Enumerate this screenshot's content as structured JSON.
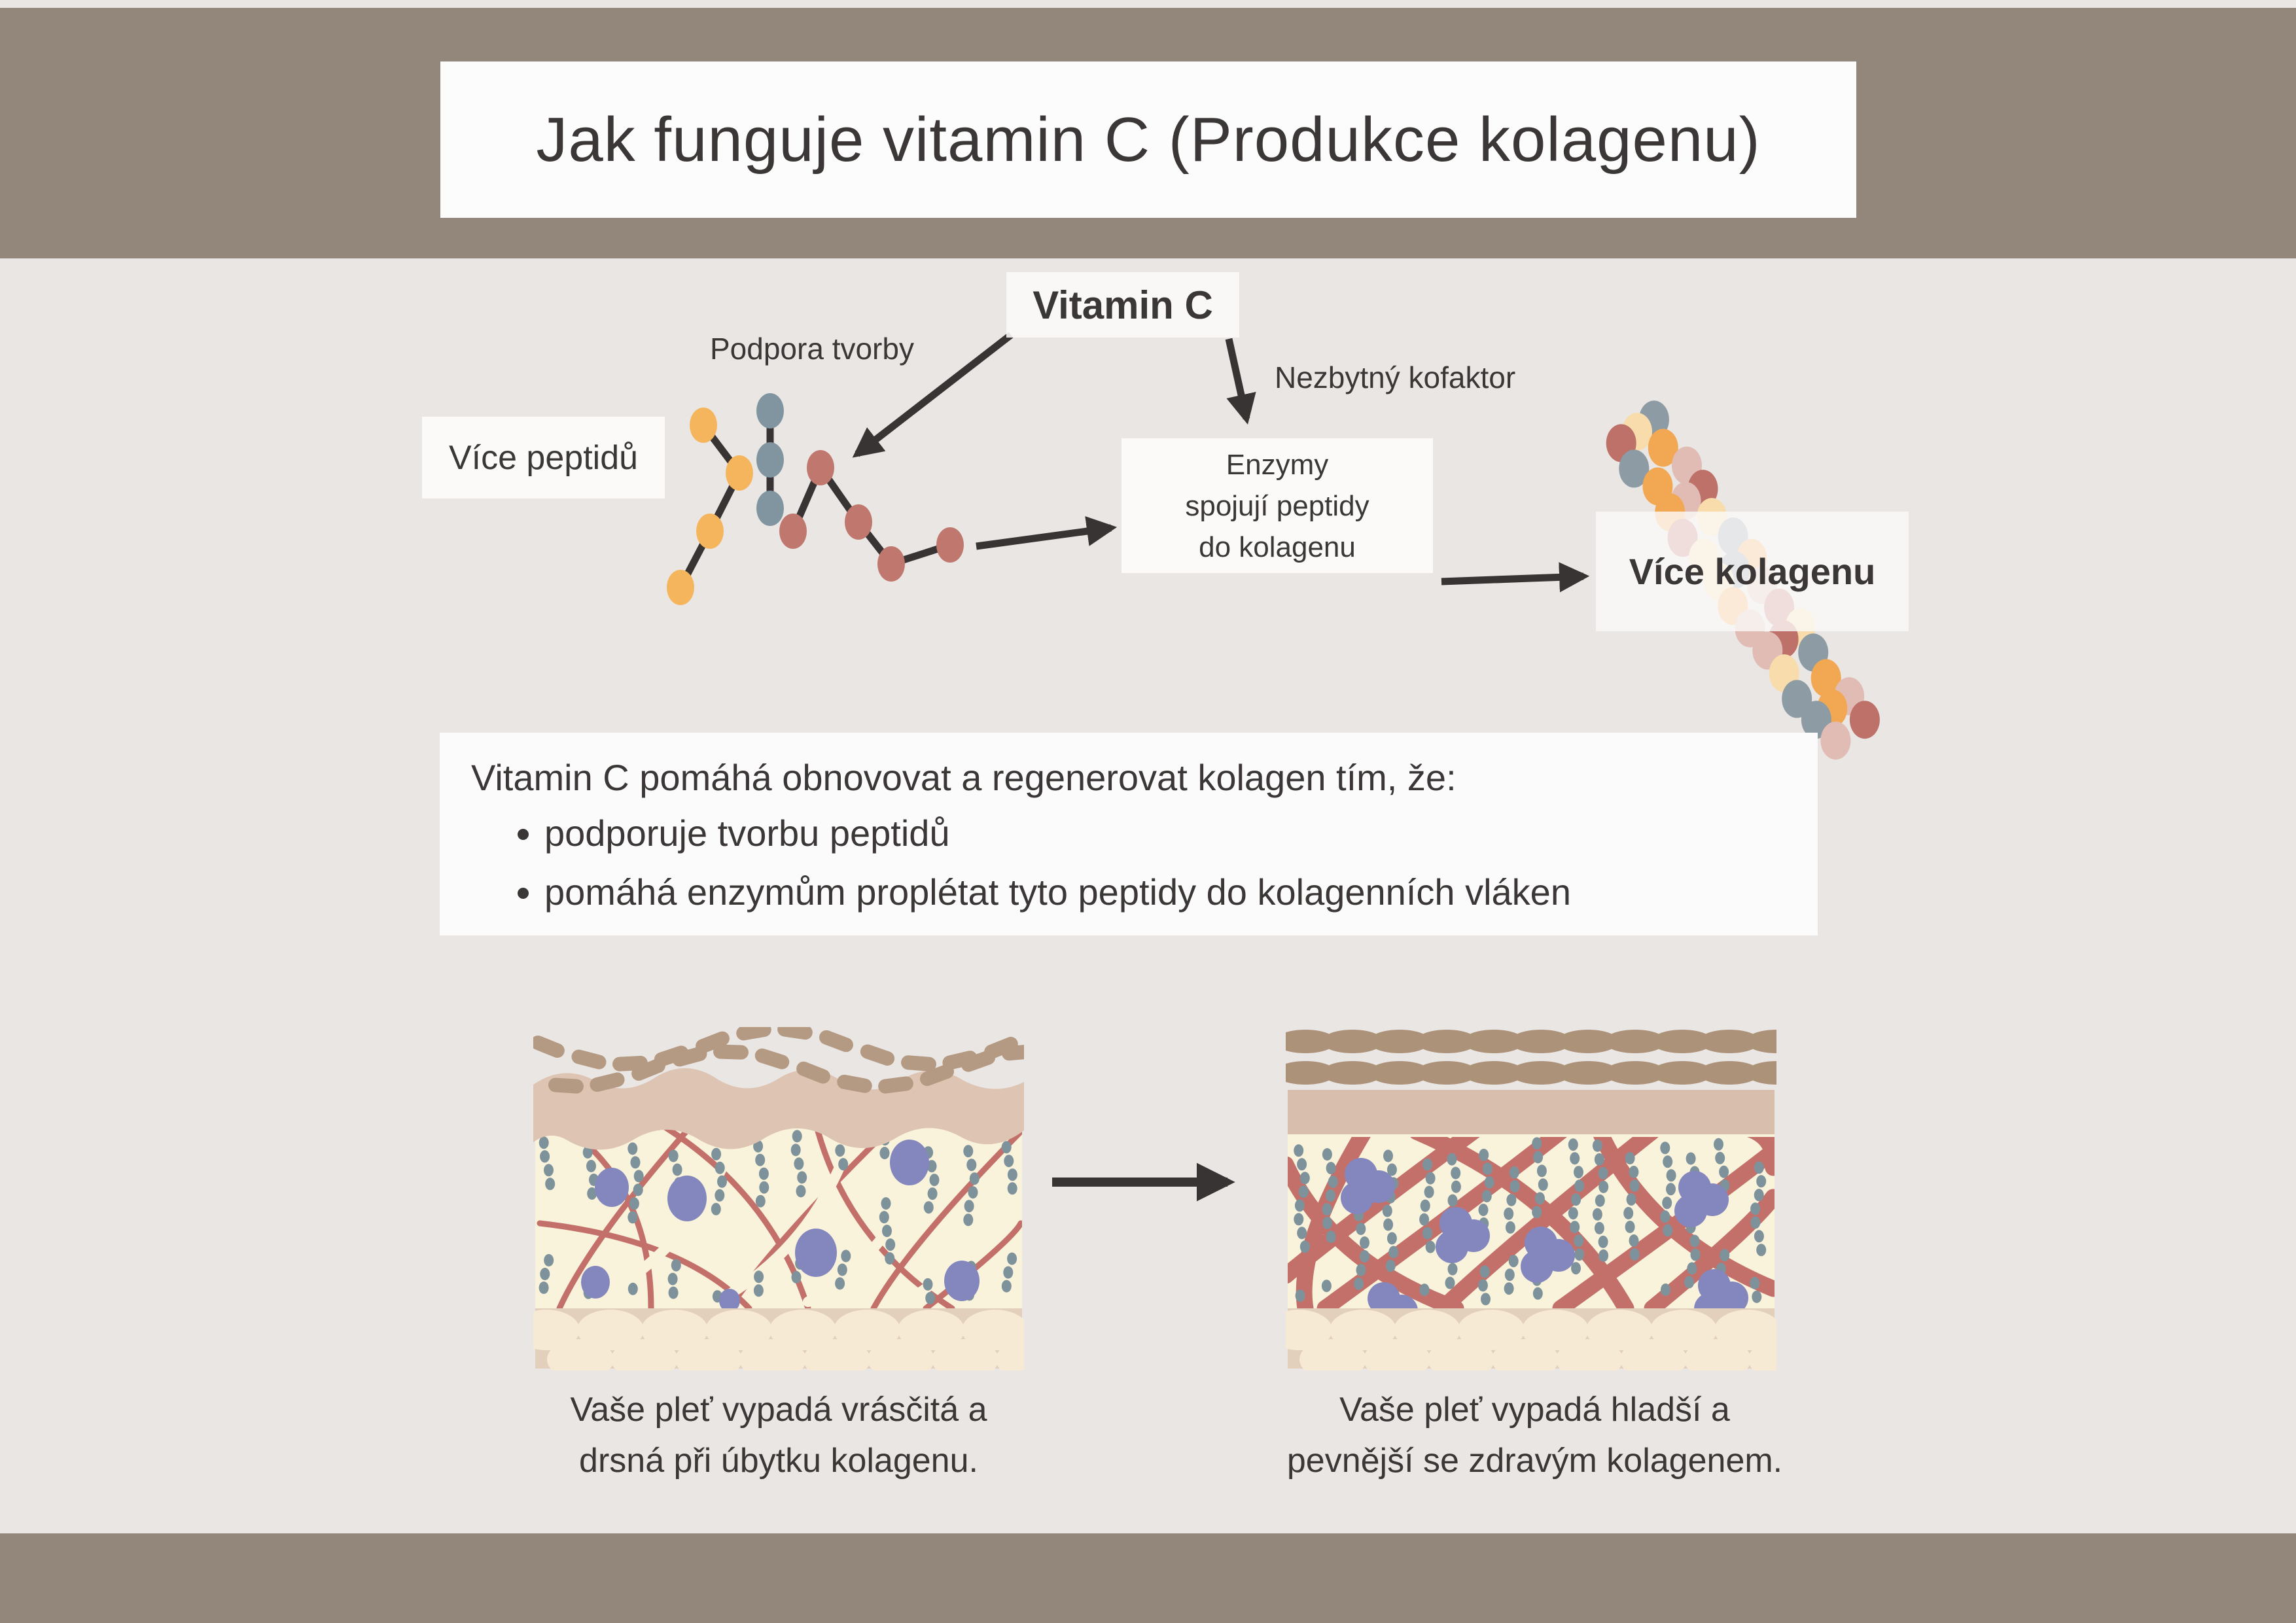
{
  "title": "Jak funguje vitamin C (Produkce kolagenu)",
  "diagram": {
    "vitamin_c_label": "Vitamin C",
    "podpora_tvorby_label": "Podpora tvorby",
    "nezbytny_kofaktor_label": "Nezbytný kofaktor",
    "vice_peptidu_label": "Více peptidů",
    "enzymy_line1": "Enzymy",
    "enzymy_line2": "spojují peptidy",
    "enzymy_line3": "do kolagenu",
    "vice_kolagenu_label": "Více kolagenu"
  },
  "explanation": {
    "intro": "Vitamin C pomáhá obnovovat a regenerovat kolagen tím, že:",
    "bullets": [
      "podporuje tvorbu peptidů",
      "pomáhá enzymům proplétat tyto peptidy do kolagenních vláken"
    ]
  },
  "skin_comparison": {
    "before_caption_line1": "Vaše pleť vypadá vrásčitá a",
    "before_caption_line2": "drsná při úbytku kolagenu.",
    "after_caption_line1": "Vaše pleť vypadá hladší a",
    "after_caption_line2": "pevnější se zdravým kolagenem."
  },
  "colors": {
    "background": "#EAE6E4",
    "bar": "#93877B",
    "box_white": "#FBFAF9",
    "text": "#3B3737",
    "arrow": "#383434",
    "peptide_yellow": "#F5B55C",
    "peptide_gray": "#8095A0",
    "peptide_red": "#C0776E",
    "fiber_gray": "#8C9BA4",
    "fiber_red": "#BE7168",
    "fiber_orange": "#F2A853",
    "fiber_light": "#F8DCAC",
    "fiber_pink": "#E0BCB4",
    "skin_brick": "#B59A83",
    "skin_band": "#DEC4B2",
    "skin_band2": "#AB9278",
    "skin_band2_light": "#D8BFAD",
    "skin_dermis": "#FAF3DC",
    "skin_fiber": "#C4706A",
    "skin_dots": "#7E929B",
    "skin_cell": "#8487BD",
    "skin_fat_bg": "#E2CFBC",
    "skin_fat": "#F7EAD4"
  }
}
